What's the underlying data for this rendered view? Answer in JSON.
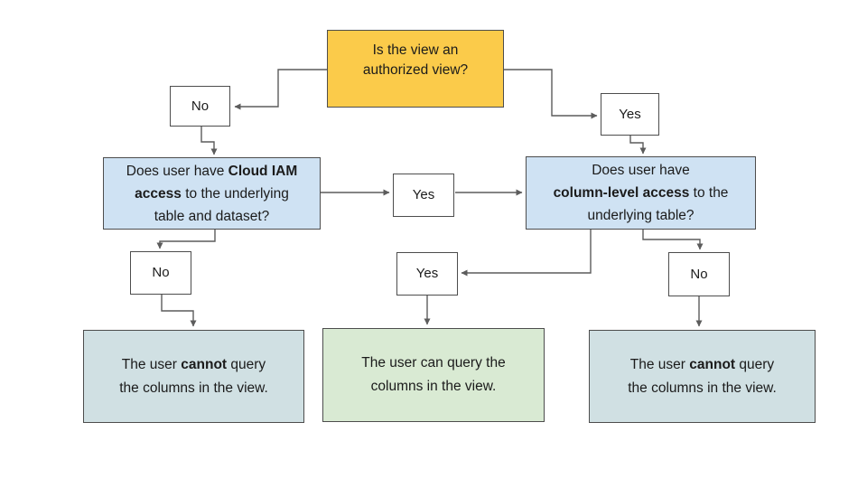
{
  "diagram": {
    "title_hint": "Authorized view column access flowchart",
    "line_color": "#5c5c5c",
    "nodes": {
      "authorized_view": {
        "line1": "Is the view an",
        "line2": "authorized view?",
        "fill": "#FBCB4A"
      },
      "no_top": {
        "label": "No",
        "fill": "#FFFFFF"
      },
      "yes_top": {
        "label": "Yes",
        "fill": "#FFFFFF"
      },
      "iam_decision": {
        "l1a": "Does user have ",
        "l1b": "Cloud IAM",
        "l2a": "access",
        "l2b": " to the underlying",
        "l3": "table and dataset?",
        "fill": "#CFE2F3"
      },
      "yes_mid": {
        "label": "Yes",
        "fill": "#FFFFFF"
      },
      "cls_decision": {
        "l1": "Does user have",
        "l2a": "column-level access",
        "l2b": " to the",
        "l3": "underlying table?",
        "fill": "#CFE2F3"
      },
      "no_left": {
        "label": "No",
        "fill": "#FFFFFF"
      },
      "yes_bottom": {
        "label": "Yes",
        "fill": "#FFFFFF"
      },
      "no_right": {
        "label": "No",
        "fill": "#FFFFFF"
      },
      "result_left": {
        "l1a": "The user ",
        "l1b": "cannot",
        "l1c": " query",
        "l2": "the columns in the view.",
        "fill": "#D0E0E3"
      },
      "result_center": {
        "l1": "The user can query the",
        "l2": "columns in the view.",
        "fill": "#D9EAD3"
      },
      "result_right": {
        "l1a": "The user ",
        "l1b": "cannot",
        "l1c": " query",
        "l2": "the columns in the view.",
        "fill": "#D0E0E3"
      }
    }
  }
}
